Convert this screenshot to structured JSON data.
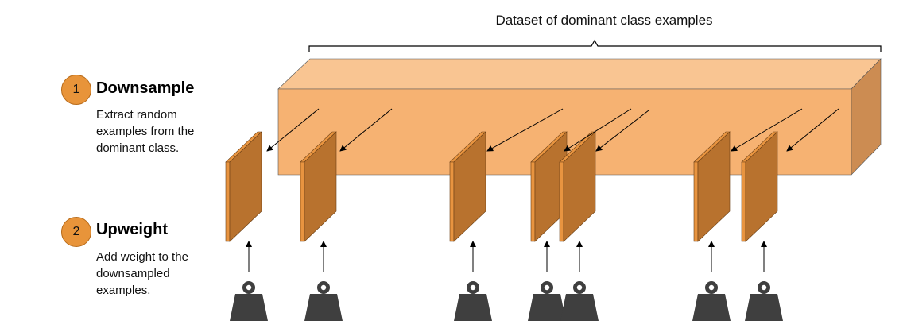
{
  "dataset_label": "Dataset of dominant class examples",
  "steps": [
    {
      "number": "1",
      "title": "Downsample",
      "description": "Extract random examples from the dominant class."
    },
    {
      "number": "2",
      "title": "Upweight",
      "description": "Add weight to the downsampled examples."
    }
  ],
  "colors": {
    "block_front": "#f6b272",
    "block_top": "#f9c592",
    "block_side": "#cc8c52",
    "slab_face": "#b8722e",
    "slab_edge": "#e89440",
    "badge": "#e8943a",
    "weight": "#3f3f3f"
  },
  "icons": {
    "weight": "weight-icon"
  }
}
